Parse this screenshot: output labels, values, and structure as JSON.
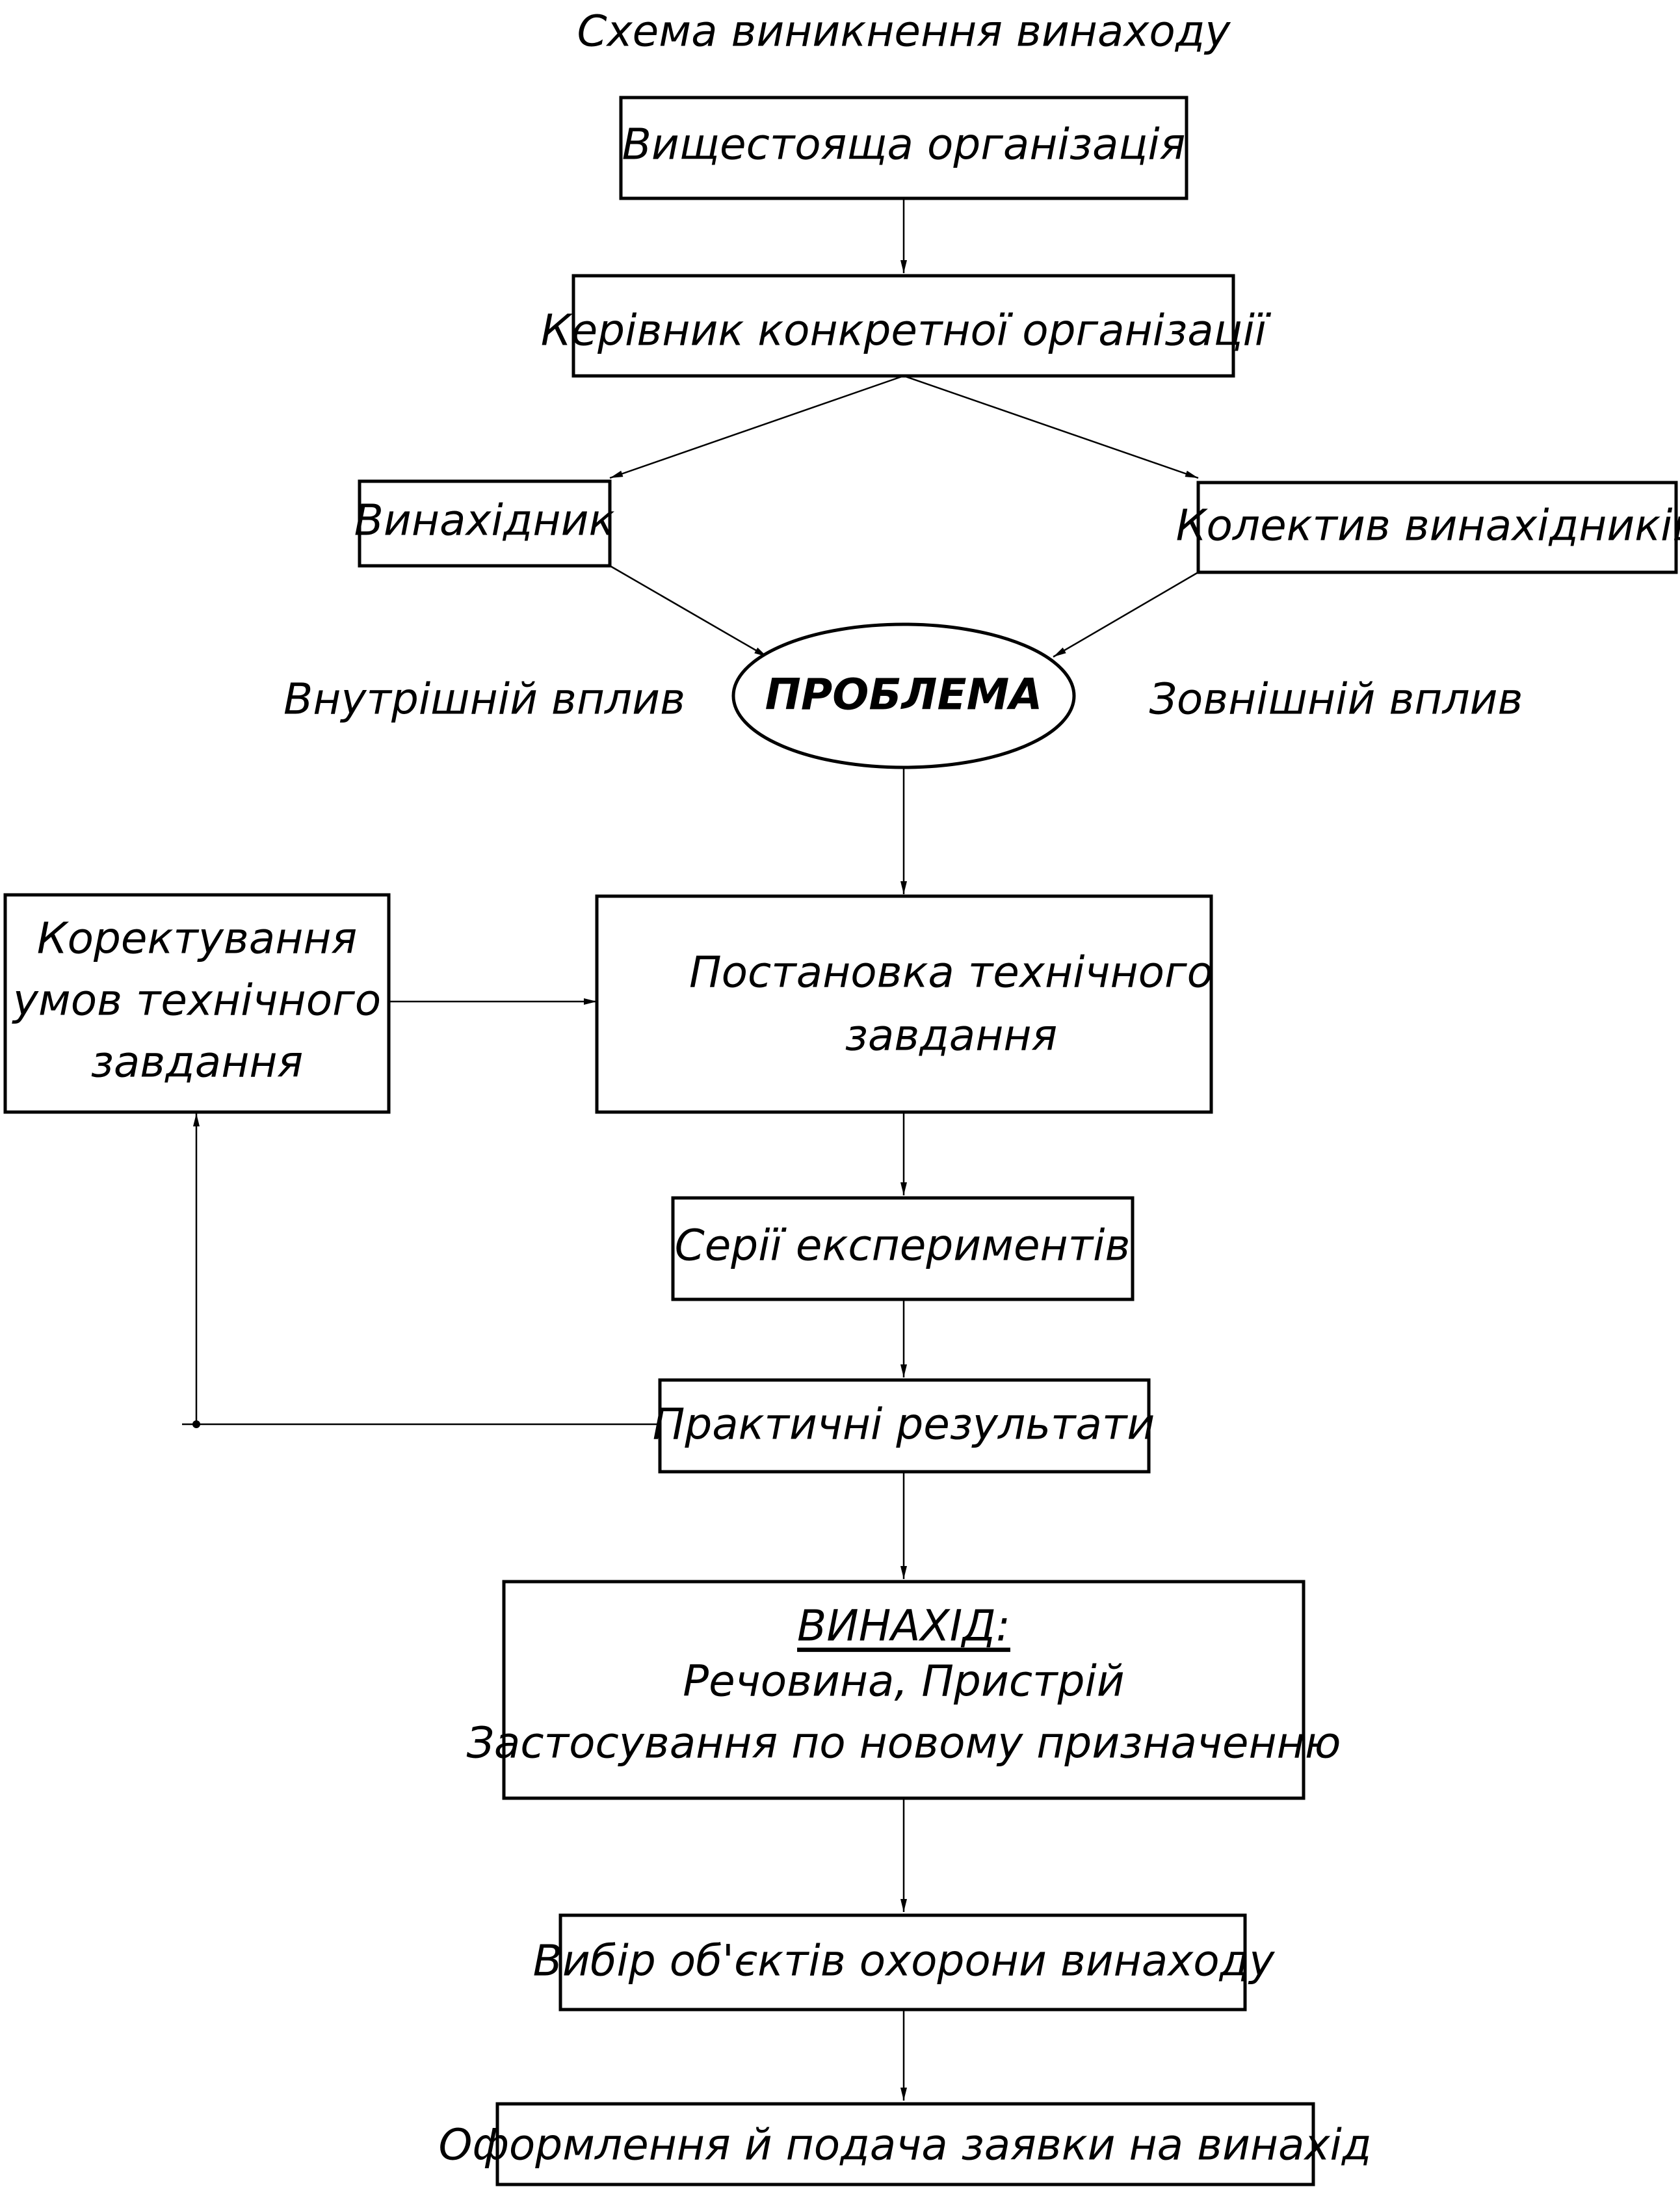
{
  "title": "Схема виникнення винаходу",
  "nodes": {
    "parent_org": "Вищестояща організація",
    "org_head": "Керівник конкретної організації",
    "inventor": "Винахідник",
    "team": "Колектив винахідників",
    "problem": "ПРОБЛЕМА",
    "task": [
      "Постановка технічного",
      "завдання"
    ],
    "correction": [
      "Коректування",
      "умов технічного",
      "завдання"
    ],
    "experiments": "Серії експериментів",
    "results": "Практичні результати",
    "invention": {
      "heading": "ВИНАХІД:",
      "line1": "Речовина, Пристрій",
      "line2": "Застосування по новому призначенню"
    },
    "protection": "Вибір об'єктів охорони винаходу",
    "filing": "Оформлення й подача заявки на винахід"
  },
  "side_labels": {
    "internal": "Внутрішній вплив",
    "external": "Зовнішній вплив"
  },
  "edges": [
    {
      "from": "parent_org",
      "to": "org_head"
    },
    {
      "from": "org_head",
      "to": "inventor"
    },
    {
      "from": "org_head",
      "to": "team"
    },
    {
      "from": "inventor",
      "to": "problem"
    },
    {
      "from": "team",
      "to": "problem"
    },
    {
      "from": "problem",
      "to": "task"
    },
    {
      "from": "correction",
      "to": "task"
    },
    {
      "from": "task",
      "to": "experiments"
    },
    {
      "from": "experiments",
      "to": "results"
    },
    {
      "from": "results",
      "to": "correction"
    },
    {
      "from": "results",
      "to": "invention"
    },
    {
      "from": "invention",
      "to": "protection"
    },
    {
      "from": "protection",
      "to": "filing"
    }
  ]
}
